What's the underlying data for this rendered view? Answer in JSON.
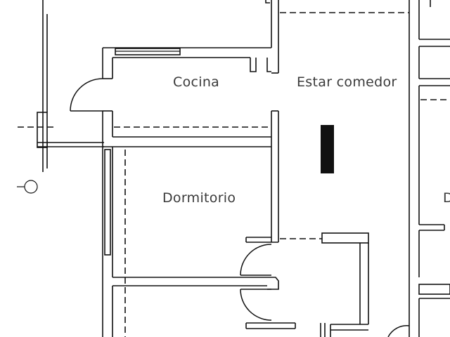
{
  "rooms": {
    "kitchen": "Cocina",
    "living_dining": "Estar comedor",
    "bedroom": "Dormitorio",
    "right_partial": "D"
  },
  "colors": {
    "line": "#111111",
    "text": "#3a3a3a",
    "background": "#ffffff"
  }
}
